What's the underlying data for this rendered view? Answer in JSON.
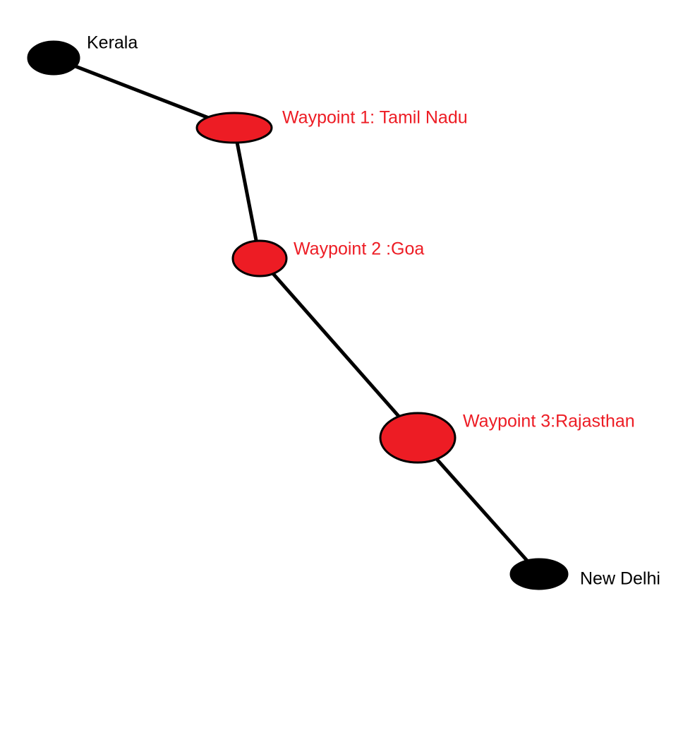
{
  "colors": {
    "endpoint": "#000000",
    "waypoint": "#ed1c24",
    "edge": "#000000",
    "endpoint_text": "#000000",
    "waypoint_text": "#ed1c24"
  },
  "nodes": [
    {
      "id": "kerala",
      "kind": "endpoint",
      "label": "Kerala"
    },
    {
      "id": "waypoint-1",
      "kind": "waypoint",
      "label": "Waypoint 1: Tamil Nadu"
    },
    {
      "id": "waypoint-2",
      "kind": "waypoint",
      "label": "Waypoint 2 :Goa"
    },
    {
      "id": "waypoint-3",
      "kind": "waypoint",
      "label": "Waypoint 3:Rajasthan"
    },
    {
      "id": "new-delhi",
      "kind": "endpoint",
      "label": "New Delhi"
    }
  ],
  "edges": [
    {
      "from": "kerala",
      "to": "waypoint-1"
    },
    {
      "from": "waypoint-1",
      "to": "waypoint-2"
    },
    {
      "from": "waypoint-2",
      "to": "waypoint-3"
    },
    {
      "from": "waypoint-3",
      "to": "new-delhi"
    }
  ]
}
